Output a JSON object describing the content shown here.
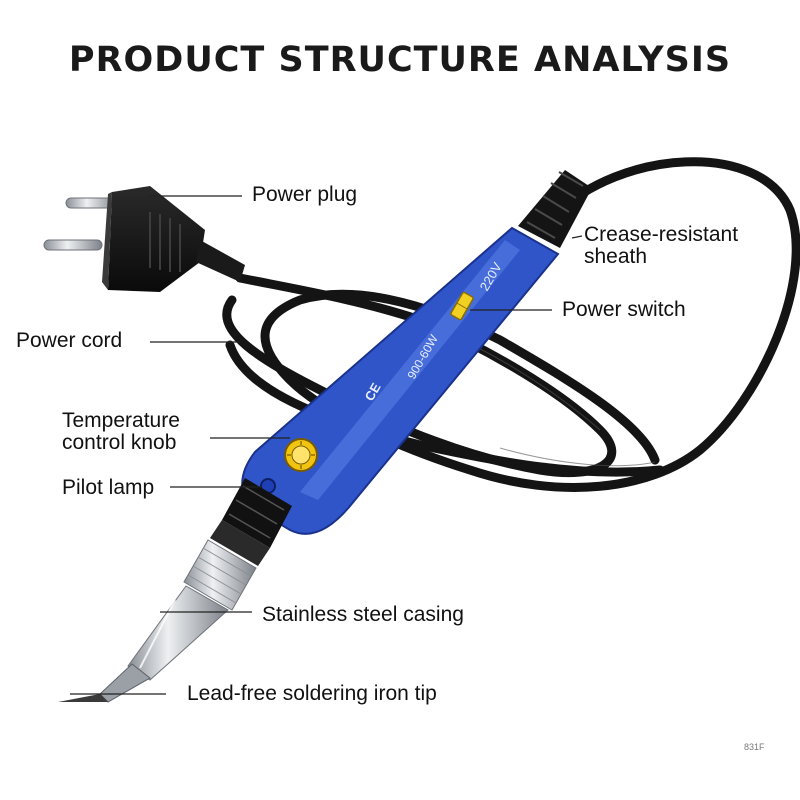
{
  "title": "PRODUCT STRUCTURE ANALYSIS",
  "labels": {
    "power_plug": "Power plug",
    "crease_line1": "Crease-resistant",
    "crease_line2": "sheath",
    "power_switch": "Power switch",
    "power_cord": "Power cord",
    "temp_line1": "Temperature",
    "temp_line2": "control knob",
    "pilot_lamp": "Pilot lamp",
    "casing": "Stainless steel casing",
    "tip": "Lead-free soldering iron tip"
  },
  "handle_marks": {
    "voltage": "220V",
    "wattage": "900-60W",
    "cert": "CE"
  },
  "watermark": "831F",
  "colors": {
    "handle_blue": "#2f55c9",
    "cable_black": "#141414",
    "steel": "#c9ccd0",
    "switch_yellow": "#f2d021",
    "knob_yellow": "#f1c40f"
  }
}
